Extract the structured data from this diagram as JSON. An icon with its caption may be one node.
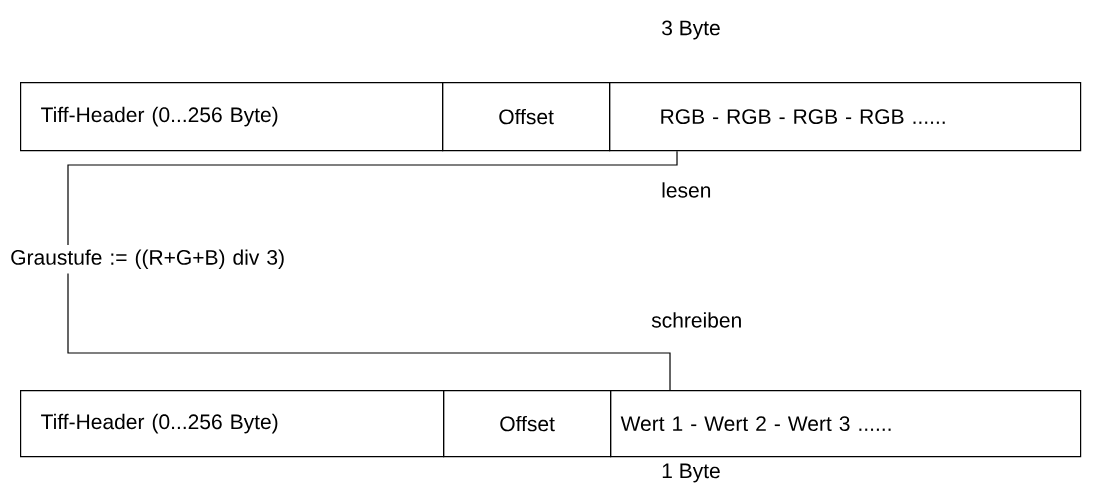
{
  "diagram": {
    "nodes": [
      {
        "text": [
          "Tiff-Header (0...256 Byte)"
        ]
      },
      {
        "text": [
          "Offset"
        ]
      },
      {
        "text": [
          "RGB - RGB - RGB - RGB ......"
        ],
        "beside": [
          "3 Byte"
        ]
      },
      {
        "text": [
          "Graustufe := ((R+G+B) div 3)"
        ]
      },
      {
        "text": [
          "Tiff-Header (0...256 Byte)"
        ]
      },
      {
        "text": [
          "Offset"
        ]
      },
      {
        "text": [
          "Wert 1  -  Wert 2  -  Wert 3 ......"
        ],
        "beside": [
          "1 Byte"
        ]
      }
    ],
    "edges": [
      {
        "from": 2,
        "to": 3,
        "arrow": "none",
        "label": "lesen"
      },
      {
        "from": 3,
        "to": 6,
        "arrow": "none",
        "label": "schreiben"
      }
    ]
  }
}
